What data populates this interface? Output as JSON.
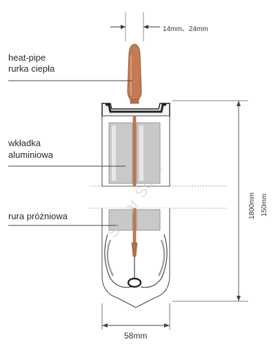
{
  "labels": {
    "heat_pipe_en": "heat-pipe",
    "heat_pipe_pl": "rurka ciepła",
    "insert_line1": "wkładka",
    "insert_line2": "aluminiowa",
    "vacuum_tube": "rura próżniowa"
  },
  "dimensions": {
    "pipe_diameter": "14mm、24mm",
    "tube_length": "1800mm",
    "insert_length": "150mm",
    "tube_diameter": "58mm"
  },
  "watermark": "Super Solar",
  "colors": {
    "copper": "#c47a52",
    "copper_dark": "#9a5a3a",
    "aluminium": "#c8c8c8",
    "glass_outline": "#555555",
    "leader_line": "#444444"
  }
}
